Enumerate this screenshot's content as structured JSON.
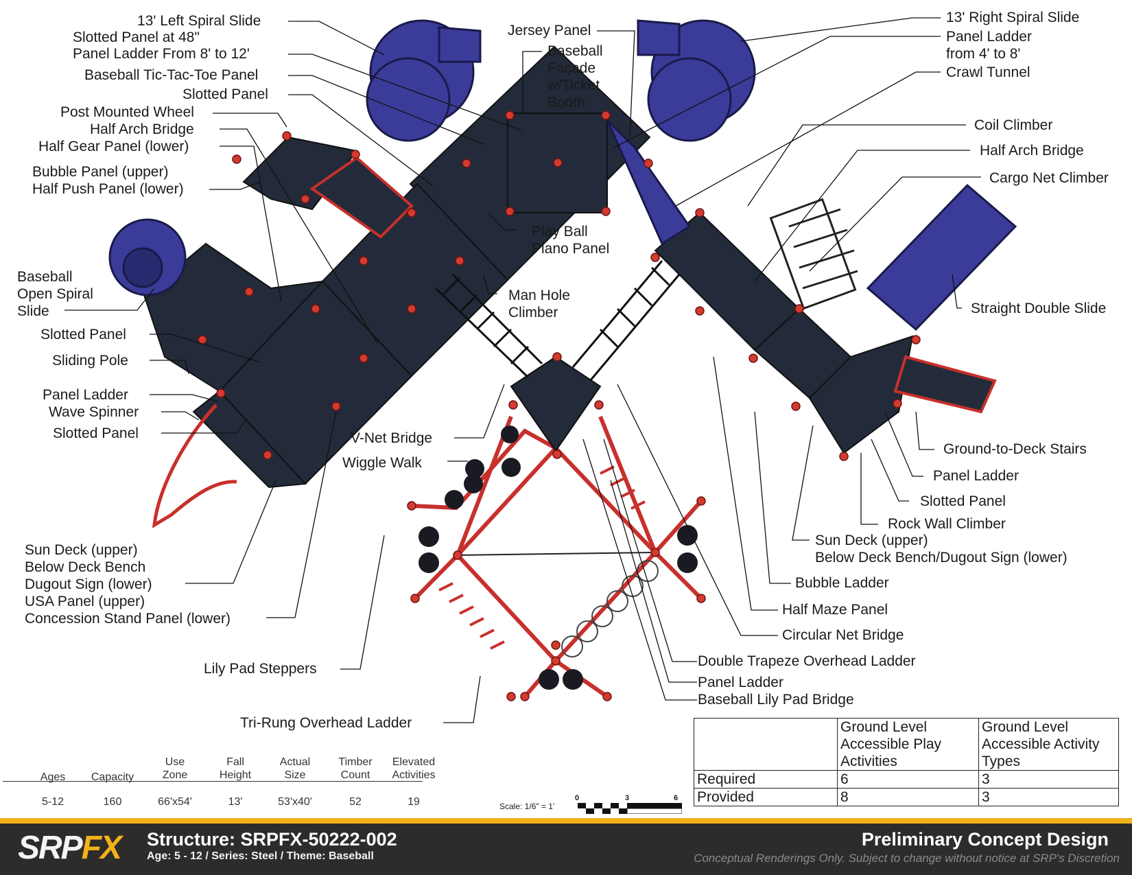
{
  "labels_left": [
    {
      "id": "13-left-spiral-slide",
      "text": "13' Left Spiral Slide"
    },
    {
      "id": "slotted-panel-48",
      "text": "Slotted Panel at 48\""
    },
    {
      "id": "panel-ladder-8-12",
      "text": "Panel Ladder From 8' to 12'"
    },
    {
      "id": "baseball-tic-tac-toe",
      "text": "Baseball Tic-Tac-Toe Panel"
    },
    {
      "id": "slotted-panel-1",
      "text": "Slotted Panel"
    },
    {
      "id": "post-mounted-wheel",
      "text": "Post Mounted Wheel"
    },
    {
      "id": "half-arch-bridge-left",
      "text": "Half Arch Bridge"
    },
    {
      "id": "half-gear-panel",
      "text": "Half Gear Panel (lower)"
    },
    {
      "id": "bubble-panel-upper",
      "text": "Bubble Panel (upper)"
    },
    {
      "id": "half-push-panel",
      "text": "Half Push Panel (lower)"
    },
    {
      "id": "baseball-open-spiral-1",
      "text": "Baseball"
    },
    {
      "id": "baseball-open-spiral-2",
      "text": "Open Spiral"
    },
    {
      "id": "baseball-open-spiral-3",
      "text": "Slide"
    },
    {
      "id": "slotted-panel-2",
      "text": "Slotted Panel"
    },
    {
      "id": "sliding-pole",
      "text": "Sliding Pole"
    },
    {
      "id": "panel-ladder-left",
      "text": "Panel Ladder"
    },
    {
      "id": "wave-spinner",
      "text": "Wave Spinner"
    },
    {
      "id": "slotted-panel-3",
      "text": "Slotted Panel"
    },
    {
      "id": "sun-deck-upper-left",
      "text": "Sun Deck (upper)"
    },
    {
      "id": "below-deck-bench",
      "text": "Below Deck Bench"
    },
    {
      "id": "dugout-sign-lower",
      "text": "Dugout Sign (lower)"
    },
    {
      "id": "usa-panel-upper",
      "text": "USA Panel (upper)"
    },
    {
      "id": "concession-stand-panel",
      "text": "Concession Stand Panel (lower)"
    },
    {
      "id": "v-net-bridge",
      "text": "V-Net Bridge"
    },
    {
      "id": "wiggle-walk",
      "text": "Wiggle Walk"
    },
    {
      "id": "lily-pad-steppers",
      "text": "Lily Pad Steppers"
    },
    {
      "id": "tri-rung-overhead-ladder",
      "text": "Tri-Rung Overhead Ladder"
    }
  ],
  "labels_center": [
    {
      "id": "jersey-panel",
      "text": "Jersey Panel"
    },
    {
      "id": "baseball-facade-1",
      "text": "Baseball"
    },
    {
      "id": "baseball-facade-2",
      "text": "Façade"
    },
    {
      "id": "baseball-facade-3",
      "text": "w/Ticket"
    },
    {
      "id": "baseball-facade-4",
      "text": "Booth"
    },
    {
      "id": "play-ball-piano-1",
      "text": "Play Ball"
    },
    {
      "id": "play-ball-piano-2",
      "text": "Piano Panel"
    },
    {
      "id": "man-hole-climber-1",
      "text": "Man Hole"
    },
    {
      "id": "man-hole-climber-2",
      "text": "Climber"
    }
  ],
  "labels_right": [
    {
      "id": "13-right-spiral-slide",
      "text": "13' Right Spiral Slide"
    },
    {
      "id": "panel-ladder-4-8-1",
      "text": "Panel Ladder"
    },
    {
      "id": "panel-ladder-4-8-2",
      "text": "from 4' to 8'"
    },
    {
      "id": "crawl-tunnel",
      "text": "Crawl Tunnel"
    },
    {
      "id": "coil-climber",
      "text": "Coil Climber"
    },
    {
      "id": "half-arch-bridge-right",
      "text": "Half Arch Bridge"
    },
    {
      "id": "cargo-net-climber",
      "text": "Cargo Net Climber"
    },
    {
      "id": "straight-double-slide",
      "text": "Straight Double Slide"
    },
    {
      "id": "ground-to-deck-stairs",
      "text": "Ground-to-Deck Stairs"
    },
    {
      "id": "panel-ladder-right",
      "text": "Panel Ladder"
    },
    {
      "id": "slotted-panel-right",
      "text": "Slotted Panel"
    },
    {
      "id": "rock-wall-climber",
      "text": "Rock Wall Climber"
    },
    {
      "id": "sun-deck-upper-right",
      "text": "Sun Deck (upper)"
    },
    {
      "id": "below-deck-bench-dugout",
      "text": "Below Deck Bench/Dugout Sign (lower)"
    },
    {
      "id": "bubble-ladder",
      "text": "Bubble Ladder"
    },
    {
      "id": "half-maze-panel",
      "text": "Half Maze Panel"
    },
    {
      "id": "circular-net-bridge",
      "text": "Circular Net Bridge"
    },
    {
      "id": "double-trapeze",
      "text": "Double Trapeze Overhead Ladder"
    },
    {
      "id": "panel-ladder-bottom",
      "text": "Panel Ladder"
    },
    {
      "id": "baseball-lily-pad-bridge",
      "text": "Baseball Lily Pad Bridge"
    }
  ],
  "specs": {
    "headers": [
      [
        "Ages"
      ],
      [
        "Capacity"
      ],
      [
        "Use",
        "Zone"
      ],
      [
        "Fall",
        "Height"
      ],
      [
        "Actual",
        "Size"
      ],
      [
        "Timber",
        "Count"
      ],
      [
        "Elevated",
        "Activities"
      ]
    ],
    "values": [
      "5-12",
      "160",
      "66'x54'",
      "13'",
      "53'x40'",
      "52",
      "19"
    ]
  },
  "accessibility_table": {
    "header": [
      "",
      "Ground Level Accessible Play Activities",
      "Ground Level Accessible Activity Types"
    ],
    "header_lines": [
      [
        ""
      ],
      [
        "Ground Level",
        "Accessible Play",
        "Activities"
      ],
      [
        "Ground Level",
        "Accessible Activity",
        "Types"
      ]
    ],
    "rows": [
      {
        "label": "Required",
        "play": "6",
        "types": "3"
      },
      {
        "label": "Provided",
        "play": "8",
        "types": "3"
      }
    ]
  },
  "scale": {
    "label": "Scale: 1/6\" = 1'",
    "ticks": [
      "0",
      "3",
      "6"
    ]
  },
  "footer": {
    "logo_part1": "SRP",
    "logo_part2": "FX",
    "structure": "Structure: SRPFX-50222-002",
    "subtitle": "Age: 5 - 12 / Series: Steel / Theme: Baseball",
    "preliminary": "Preliminary Concept Design",
    "disclaimer": "Conceptual Renderings Only. Subject to change without notice at SRP's Discretion"
  },
  "colors": {
    "deck": "#232b3a",
    "slide": "#3b3b9a",
    "frame": "#c8302c",
    "accent": "#f2b21b",
    "footer_bg": "#2e2c2b"
  }
}
